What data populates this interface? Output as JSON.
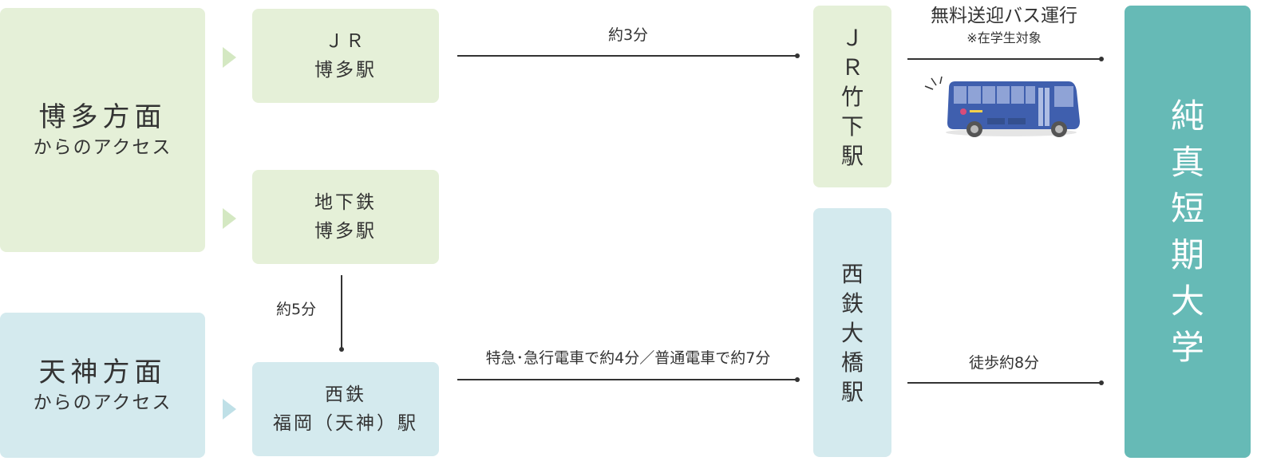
{
  "regions": {
    "hakata": {
      "title": "博多方面",
      "sub": "からのアクセス"
    },
    "tenjin": {
      "title": "天神方面",
      "sub": "からのアクセス"
    }
  },
  "stations": {
    "jr_hakata": "ＪＲ\n博多駅",
    "subway_hakata": "地下鉄\n博多駅",
    "nishitetsu_fukuoka": "西鉄\n福岡（天神）駅",
    "jr_takeshita": "Ｊ\nＲ\n竹\n下\n駅",
    "nishitetsu_ohashi": "西\n鉄\n大\n橋\n駅"
  },
  "destination": "純\n真\n短\n期\n大\n学",
  "routes": {
    "jr_time": "約3分",
    "subway_to_nishitetsu": "約5分",
    "nishitetsu_time": "特急･急行電車で約4分／普通電車で約7分",
    "bus_title": "無料送迎バス運行",
    "bus_note": "※在学生対象",
    "walk_time": "徒歩約8分"
  }
}
